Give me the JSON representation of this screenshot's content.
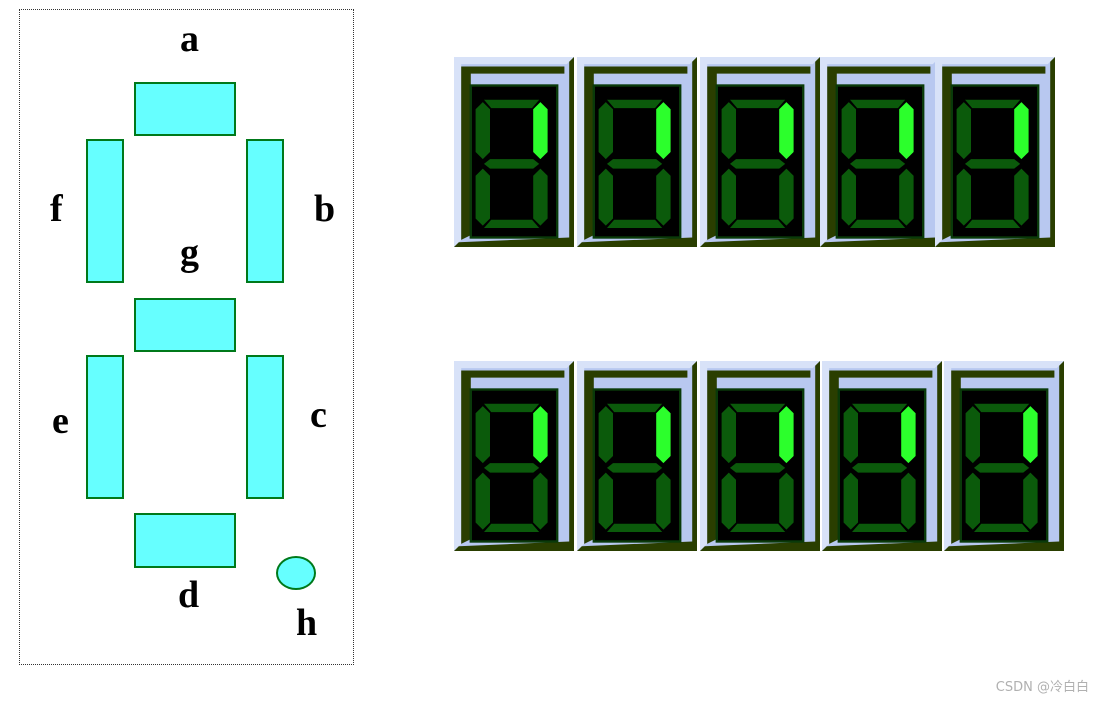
{
  "diagram": {
    "labels": {
      "a": "a",
      "b": "b",
      "c": "c",
      "d": "d",
      "e": "e",
      "f": "f",
      "g": "g",
      "h": "h"
    },
    "segment_color": "#66ffff",
    "segment_border": "#00791a"
  },
  "displays": {
    "rows": [
      {
        "digits": [
          {
            "lit": [
              "b"
            ]
          },
          {
            "lit": [
              "b"
            ]
          },
          {
            "lit": [
              "b"
            ]
          },
          {
            "lit": [
              "b"
            ]
          },
          {
            "lit": [
              "b"
            ]
          }
        ]
      },
      {
        "digits": [
          {
            "lit": [
              "b"
            ]
          },
          {
            "lit": [
              "b"
            ]
          },
          {
            "lit": [
              "b"
            ]
          },
          {
            "lit": [
              "b"
            ]
          },
          {
            "lit": [
              "b"
            ]
          }
        ]
      }
    ],
    "colors": {
      "frame_light": "#b8c8f0",
      "frame_dark": "#2a3e00",
      "screen": "#000000",
      "seg_off": "#0b5a0b",
      "seg_on": "#2cff2c"
    }
  },
  "watermark": "CSDN @冷白白"
}
